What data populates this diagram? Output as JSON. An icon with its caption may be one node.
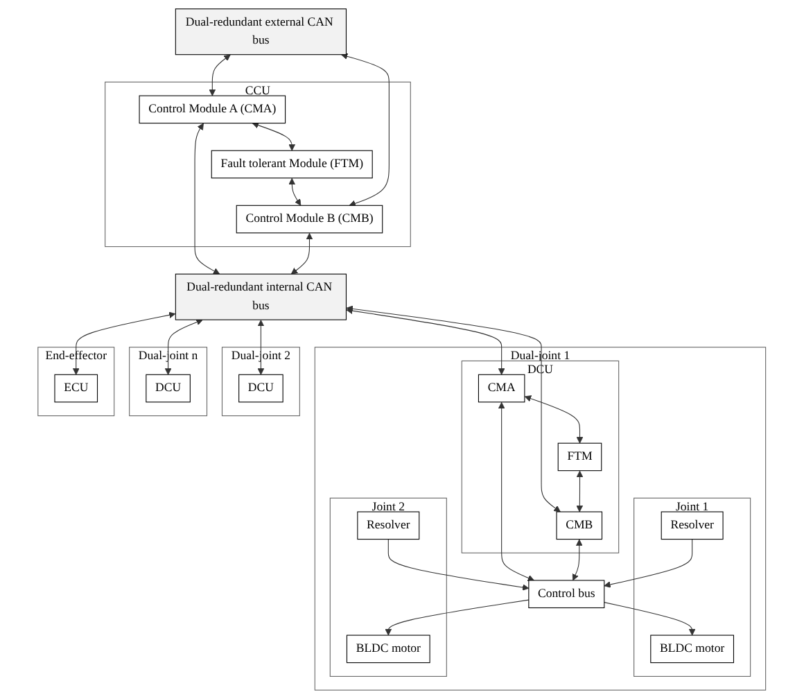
{
  "diagram": {
    "nodes": [
      {
        "text": [
          "Dual-redundant external CAN bus"
        ]
      },
      {
        "text": [
          "CCU"
        ]
      },
      {
        "text": [
          "Control Module A (CMA)"
        ],
        "in": 1
      },
      {
        "text": [
          "Fault tolerant Module (FTM)"
        ],
        "in": 1
      },
      {
        "text": [
          "Control Module B (CMB)"
        ],
        "in": 1
      },
      {
        "text": [
          "Dual-redundant internal CAN bus"
        ]
      },
      {
        "text": [
          "Dual-joint 1"
        ]
      },
      {
        "text": [
          "DCU"
        ],
        "in": 6
      },
      {
        "text": [
          "CMA"
        ],
        "in": 7
      },
      {
        "text": [
          "FTM"
        ],
        "in": 7
      },
      {
        "text": [
          "CMB"
        ],
        "in": 7
      },
      {
        "text": [
          "Control bus"
        ],
        "in": 6
      },
      {
        "text": [
          "Joint 1"
        ],
        "in": 6
      },
      {
        "text": [
          "BLDC motor"
        ],
        "in": 12
      },
      {
        "text": [
          "Resolver"
        ],
        "in": 12
      },
      {
        "text": [
          "Joint 2"
        ],
        "in": 6
      },
      {
        "text": [
          "BLDC motor"
        ],
        "in": 15
      },
      {
        "text": [
          "Resolver"
        ],
        "in": 15
      },
      {
        "text": [
          "Dual-joint 2"
        ]
      },
      {
        "text": [
          "DCU"
        ],
        "in": 18
      },
      {
        "text": [
          "Dual-joint n"
        ]
      },
      {
        "text": [
          "DCU"
        ],
        "in": 20
      },
      {
        "text": [
          "End-effector"
        ]
      },
      {
        "text": [
          "ECU"
        ],
        "in": 22
      }
    ],
    "edges": [
      {
        "from": 0,
        "to": 2,
        "arrow": "both"
      },
      {
        "from": 2,
        "to": 5,
        "arrow": "both"
      },
      {
        "from": 2,
        "to": 3,
        "arrow": "both"
      },
      {
        "from": 3,
        "to": 4,
        "arrow": "both"
      },
      {
        "from": 0,
        "to": 4,
        "arrow": "both"
      },
      {
        "from": 4,
        "to": 5,
        "arrow": "both"
      },
      {
        "from": 5,
        "to": 8,
        "arrow": "both"
      },
      {
        "from": 5,
        "to": 10,
        "arrow": "both"
      },
      {
        "from": 8,
        "to": 9,
        "arrow": "both"
      },
      {
        "from": 9,
        "to": 10,
        "arrow": "both"
      },
      {
        "from": 8,
        "to": 11,
        "arrow": "both"
      },
      {
        "from": 10,
        "to": 11,
        "arrow": "both"
      },
      {
        "from": 11,
        "to": 13,
        "arrow": "to"
      },
      {
        "from": 14,
        "to": 11,
        "arrow": "to"
      },
      {
        "from": 11,
        "to": 16,
        "arrow": "to"
      },
      {
        "from": 17,
        "to": 11,
        "arrow": "to"
      },
      {
        "from": 5,
        "to": 19,
        "arrow": "both"
      },
      {
        "from": 5,
        "to": 21,
        "arrow": "both"
      },
      {
        "from": 5,
        "to": 23,
        "arrow": "both"
      }
    ]
  }
}
